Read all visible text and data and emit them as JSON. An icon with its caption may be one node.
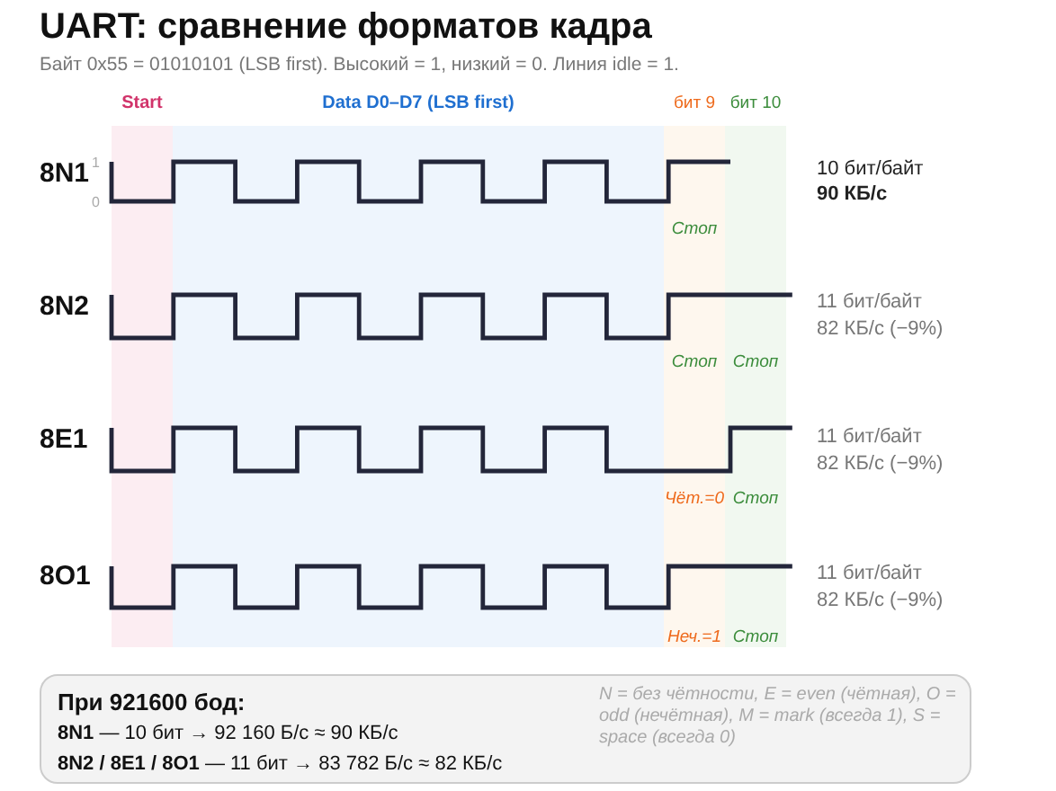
{
  "diagram": {
    "title": "UART: сравнение форматов кадра",
    "nodes": [
      {
        "text": [
          "Start"
        ]
      },
      {
        "text": [
          "Data D0–D7 (LSB first)"
        ]
      },
      {
        "text": [
          "бит 9"
        ]
      },
      {
        "text": [
          "бит 10"
        ]
      },
      {
        "text": [
          "При 921600 бод:",
          "**8N1** — 10 бит → 92 160 Б/с ≈ 90 КБ/с",
          "**8N2 / 8E1 / 8O1** — 11 бит → 83 782 Б/с ≈ 82 КБ/с",
          "N = без чётности, E = even (чётная), O = odd (нечётная), M = mark (всегда 1), S = space (всегда 0)"
        ]
      }
    ],
    "edges": [],
    "labels": [
      "Байт 0x55 = 01010101 (LSB first). Высокий = 1, низкий = 0. Линия idle = 1.",
      "8N1",
      "1",
      "0",
      "10 бит/байт",
      "90 КБ/с",
      "Стоп",
      "8N2",
      "11 бит/байт",
      "82 КБ/с (−9%)",
      "Стоп",
      "Стоп",
      "8E1",
      "11 бит/байт",
      "82 КБ/с (−9%)",
      "Чёт.=0",
      "Стоп",
      "8O1",
      "11 бит/байт",
      "82 КБ/с (−9%)",
      "Неч.=1",
      "Стоп"
    ]
  }
}
